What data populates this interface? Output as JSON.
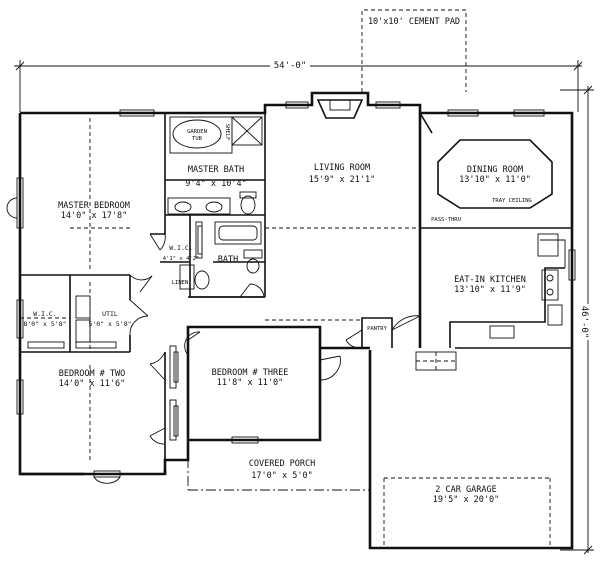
{
  "dimensions": {
    "overall_width": "54'-0\"",
    "overall_depth": "46'-0\""
  },
  "rooms": {
    "cement_pad": {
      "name": "10'x10' CEMENT PAD"
    },
    "master_bedroom": {
      "name": "MASTER BEDROOM",
      "size": "14'0\" x 17'8\""
    },
    "master_bath": {
      "name": "MASTER BATH",
      "size": "9'4\" x 10'4\""
    },
    "garden_tub": {
      "name_line1": "GARDEN",
      "name_line2": "TUB"
    },
    "shelf": {
      "name": "SHELF"
    },
    "living_room": {
      "name": "LIVING ROOM",
      "size": "15'9\" x 21'1\""
    },
    "dining_room": {
      "name": "DINING ROOM",
      "size": "13'10\" x 11'0\""
    },
    "tray_ceiling": {
      "name": "TRAY CEILING"
    },
    "pass_thru": {
      "name": "PASS-THRU"
    },
    "master_wic": {
      "name": "W.I.C.",
      "size": "4'1\" x 4'2\""
    },
    "bath": {
      "name": "BATH"
    },
    "linen": {
      "name": "LINEN"
    },
    "eat_in_kitchen": {
      "name": "EAT-IN KITCHEN",
      "size": "13'10\" x 11'9\""
    },
    "pantry": {
      "name": "PANTRY"
    },
    "wic_two": {
      "name": "W.I.C.",
      "size": "8'0\" x 5'8\""
    },
    "util": {
      "name": "UTIL",
      "size": "5'0\" x 5'8\""
    },
    "bedroom_two": {
      "name": "BEDROOM # TWO",
      "size": "14'0\" x 11'6\""
    },
    "bedroom_three": {
      "name": "BEDROOM # THREE",
      "size": "11'8\" x 11'0\""
    },
    "covered_porch": {
      "name": "COVERED PORCH",
      "size": "17'0\" x 5'0\""
    },
    "garage": {
      "name": "2 CAR GARAGE",
      "size": "19'5\" x 20'0\""
    }
  }
}
